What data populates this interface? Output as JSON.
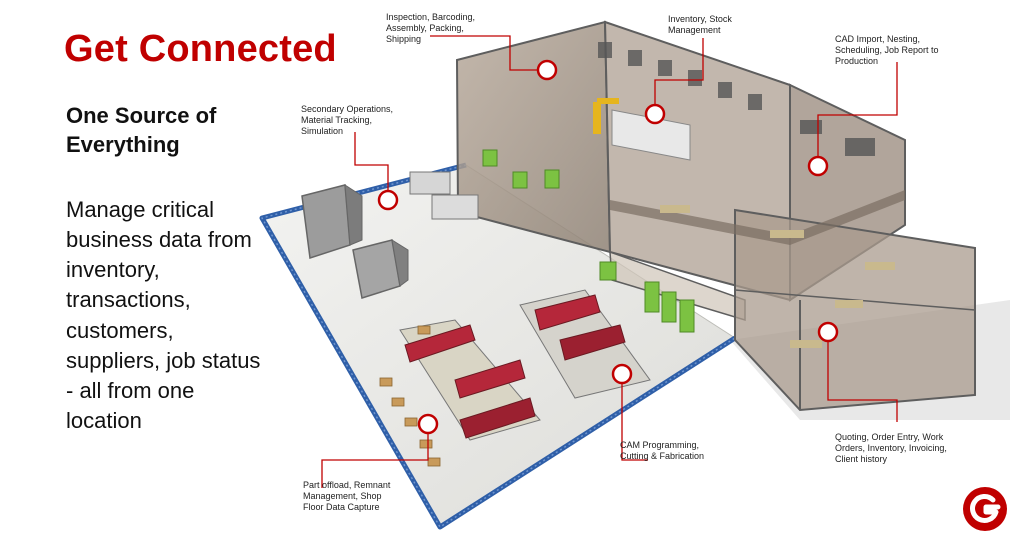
{
  "slide": {
    "title": "Get Connected",
    "subtitle": "One Source of Everything",
    "body": "Manage critical business data from inventory, transactions, customers, suppliers, job status - all from one location"
  },
  "callouts": [
    {
      "id": "inspection",
      "text": "Inspection, Barcoding,\nAssembly, Packing,\nShipping"
    },
    {
      "id": "inventory",
      "text": "Inventory, Stock\nManagement"
    },
    {
      "id": "cad",
      "text": "CAD Import, Nesting,\nScheduling, Job Report to\nProduction"
    },
    {
      "id": "secondary",
      "text": "Secondary Operations,\nMaterial Tracking,\nSimulation"
    },
    {
      "id": "quoting",
      "text": "Quoting, Order Entry, Work\nOrders, Inventory, Invoicing,\nClient history"
    },
    {
      "id": "cam",
      "text": "CAM Programming,\nCutting & Fabrication"
    },
    {
      "id": "offload",
      "text": "Part offload, Remnant\nManagement, Shop\nFloor Data Capture"
    }
  ],
  "colors": {
    "accent": "#c00000",
    "fence": "#2f5fa8",
    "wall": "#a89a8c",
    "machine_red": "#b5273a",
    "machine_green": "#7cc242"
  },
  "logo_icon": "company-logo-icon"
}
